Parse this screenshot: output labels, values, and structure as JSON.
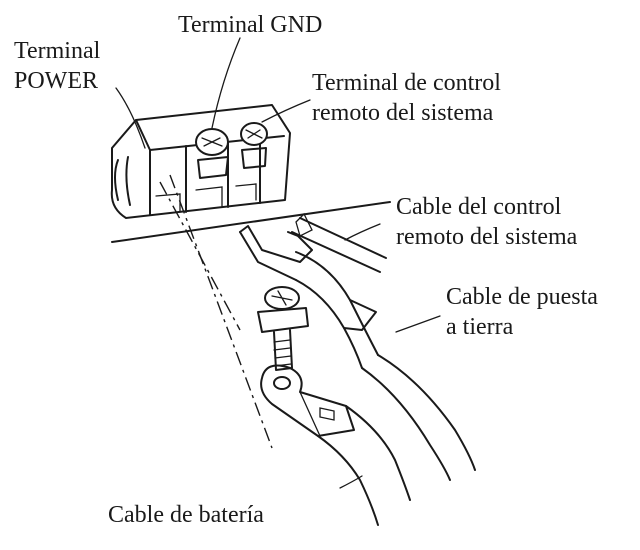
{
  "labels": {
    "terminal_power_line1": "Terminal",
    "terminal_power_line2": "POWER",
    "terminal_gnd": "Terminal GND",
    "remote_terminal_line1": "Terminal de control",
    "remote_terminal_line2": "remoto del sistema",
    "remote_cable_line1": "Cable del control",
    "remote_cable_line2": "remoto del sistema",
    "ground_cable_line1": "Cable de puesta",
    "ground_cable_line2": "a tierra",
    "battery_cable": "Cable de batería"
  }
}
